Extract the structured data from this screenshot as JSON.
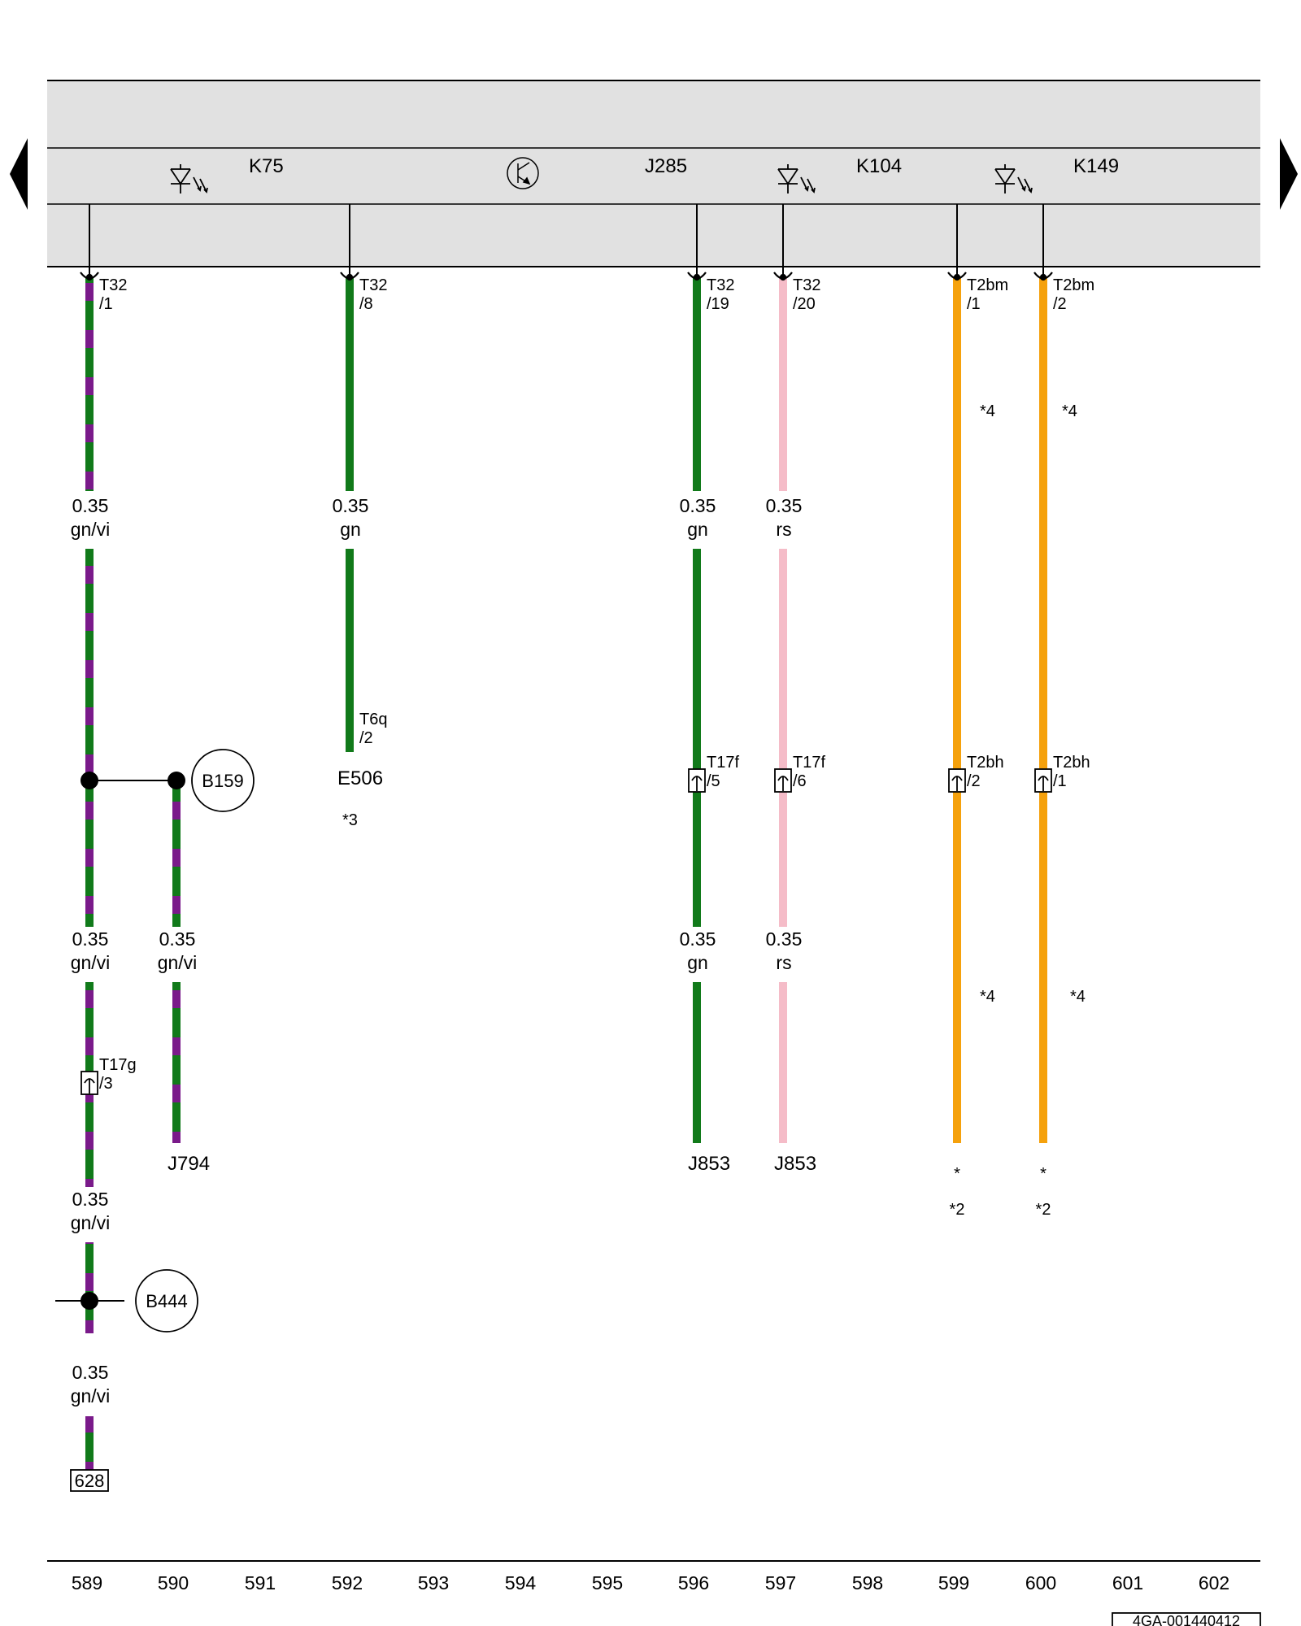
{
  "colors": {
    "gn": "#117a1a",
    "vi": "#7a1a8a",
    "rs": "#f5bcc8",
    "or": "#f5a10c",
    "band": "#e1e1e1",
    "line": "#000000"
  },
  "components": {
    "K75": "K75",
    "J285": "J285",
    "K104": "K104",
    "K149": "K149",
    "E506": "E506",
    "J794": "J794",
    "J853_a": "J853",
    "J853_b": "J853"
  },
  "pins": {
    "w1_top": [
      "T32",
      "/1"
    ],
    "w2_top": [
      "T32",
      "/8"
    ],
    "w3_top": [
      "T32",
      "/19"
    ],
    "w4_top": [
      "T32",
      "/20"
    ],
    "w5_top": [
      "T2bm",
      "/1"
    ],
    "w6_top": [
      "T2bm",
      "/2"
    ],
    "w2_end": [
      "T6q",
      "/2"
    ],
    "w3_conn": [
      "T17f",
      "/5"
    ],
    "w4_conn": [
      "T17f",
      "/6"
    ],
    "w5_conn": [
      "T2bh",
      "/2"
    ],
    "w6_conn": [
      "T2bh",
      "/1"
    ],
    "w1_conn": [
      "T17g",
      "/3"
    ]
  },
  "gauges": {
    "w1_a": [
      "0.35",
      "gn/vi"
    ],
    "w2_a": [
      "0.35",
      "gn"
    ],
    "w3_a": [
      "0.35",
      "gn"
    ],
    "w4_a": [
      "0.35",
      "rs"
    ],
    "w1_b": [
      "0.35",
      "gn/vi"
    ],
    "br_b": [
      "0.35",
      "gn/vi"
    ],
    "w3_b": [
      "0.35",
      "gn"
    ],
    "w4_b": [
      "0.35",
      "rs"
    ],
    "w1_c": [
      "0.35",
      "gn/vi"
    ],
    "w1_d": [
      "0.35",
      "gn/vi"
    ]
  },
  "splices": {
    "B159": "B159",
    "B444": "B444"
  },
  "ref_box": "628",
  "notes": {
    "e506_note": "*3",
    "w5_note_top": "*4",
    "w6_note_top": "*4",
    "w5_note_bot": "*4",
    "w6_note_bot": "*4",
    "w5_star": "*",
    "w6_star": "*",
    "w5_note2": "*2",
    "w6_note2": "*2"
  },
  "columns": [
    "589",
    "590",
    "591",
    "592",
    "593",
    "594",
    "595",
    "596",
    "597",
    "598",
    "599",
    "600",
    "601",
    "602"
  ],
  "doc_id": "4GA-001440412",
  "icons": [
    "led-icon",
    "led-icon",
    "led-icon",
    "transistor-icon",
    "page-prev-arrow-icon",
    "page-next-arrow-icon",
    "connector-pin-icon",
    "inline-connector-icon"
  ]
}
